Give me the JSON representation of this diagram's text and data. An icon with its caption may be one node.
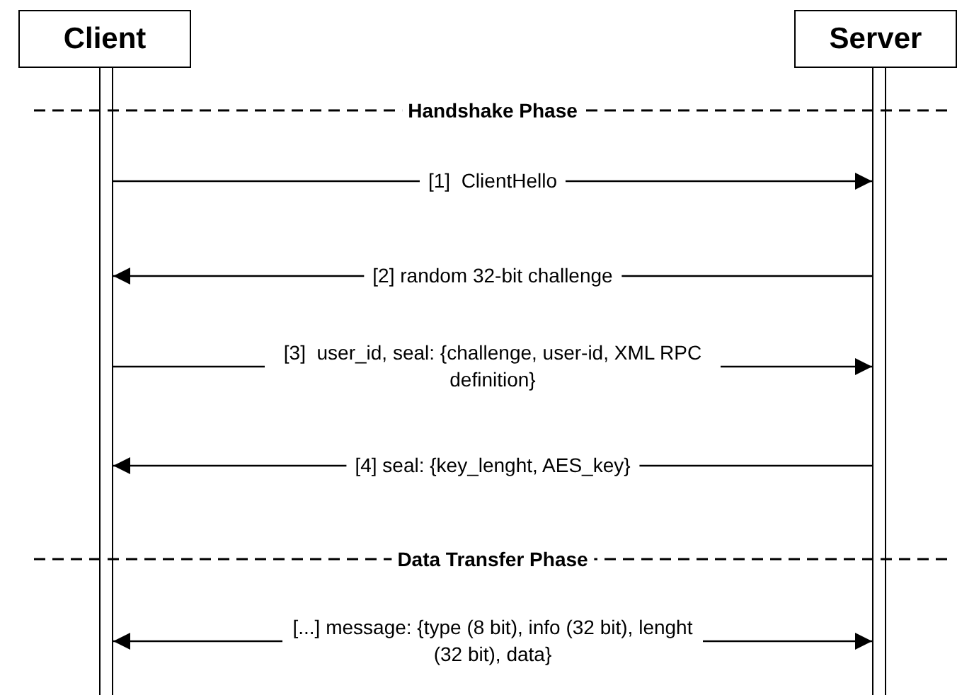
{
  "diagram": {
    "nodes": [
      {
        "text": [
          "Client"
        ]
      },
      {
        "text": [
          "Server"
        ]
      },
      {
        "text": [],
        "shape": "bar"
      },
      {
        "text": [],
        "shape": "bar"
      }
    ],
    "edges": [
      {
        "from": 2,
        "to": 3,
        "arrow": "to",
        "label": "[1]  ClientHello"
      },
      {
        "from": 3,
        "to": 2,
        "arrow": "to",
        "label": "[2] random 32-bit challenge"
      },
      {
        "from": 2,
        "to": 3,
        "arrow": "to",
        "label": "[3]  user_id, seal: {challenge, user-id, XML RPC definition}"
      },
      {
        "from": 3,
        "to": 2,
        "arrow": "to",
        "label": "[4] seal: {key_lenght, AES_key}"
      },
      {
        "from": 2,
        "to": 3,
        "arrow": "both",
        "label": "[...] message: {type (8 bit), info (32 bit), lenght (32 bit), data}"
      }
    ],
    "labels": [
      "Handshake Phase",
      "Data Transfer Phase"
    ]
  }
}
